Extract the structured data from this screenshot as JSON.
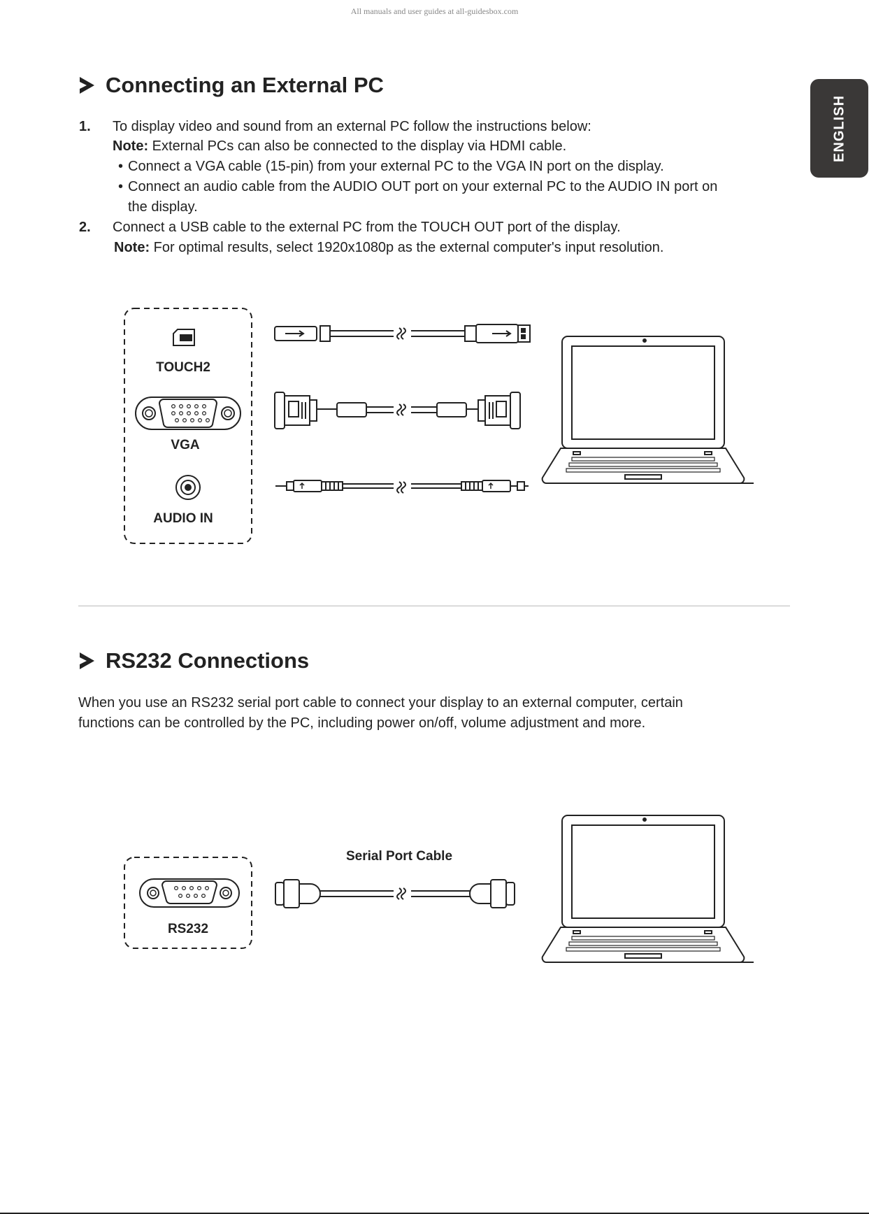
{
  "watermark": "All manuals and user guides at all-guidesbox.com",
  "lang_tab": "ENGLISH",
  "section1": {
    "title": "Connecting an External PC",
    "step1_num": "1.",
    "step1_text": "To display video and sound from an external PC follow the instructions below:",
    "note1_label": "Note:",
    "note1_text": " External PCs can also be connected to the display via HDMI cable.",
    "bullet1": "Connect a VGA cable (15-pin) from your external PC to the VGA IN port on the display.",
    "bullet2_line1": "Connect an audio cable from the AUDIO OUT port on your external PC to the AUDIO IN port on",
    "bullet2_line2": "the display.",
    "step2_num": "2.",
    "step2_text": "Connect a USB cable to the external PC from the TOUCH OUT port of the display.",
    "note2_label": "Note:",
    "note2_text": " For optimal results, select 1920x1080p as the external computer's input resolution.",
    "ports": [
      "TOUCH2",
      "VGA",
      "AUDIO IN"
    ]
  },
  "section2": {
    "title": "RS232 Connections",
    "para_line1": "When you use an RS232 serial port cable to connect your display to an external computer, certain",
    "para_line2": "functions can be controlled by the PC, including power on/off, volume adjustment and more.",
    "port": "RS232",
    "cable_label": "Serial Port Cable"
  }
}
